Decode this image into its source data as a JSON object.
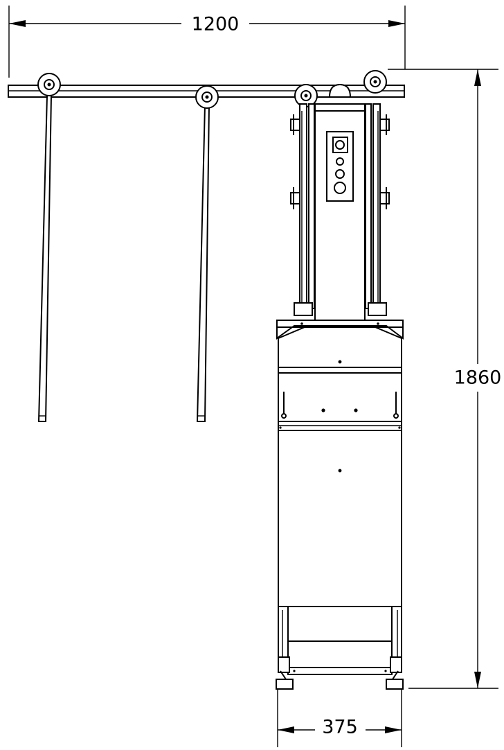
{
  "dimensions": {
    "width_label": "1200",
    "height_label": "1860",
    "base_width_label": "375"
  }
}
